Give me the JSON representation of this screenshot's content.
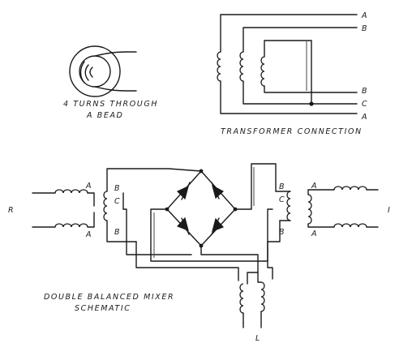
{
  "bead": {
    "caption_line1": "4 TURNS THROUGH",
    "caption_line2": "A BEAD"
  },
  "transformer": {
    "caption": "TRANSFORMER CONNECTION",
    "terminals": [
      "A",
      "B",
      "B",
      "C",
      "A"
    ]
  },
  "mixer": {
    "caption_line1": "DOUBLE BALANCED MIXER",
    "caption_line2": "SCHEMATIC",
    "left_terminals": [
      "A",
      "A",
      "B",
      "C",
      "B"
    ],
    "right_terminals": [
      "B",
      "C",
      "B",
      "A",
      "A"
    ],
    "port_r": "R",
    "port_i": "I",
    "port_l": "L"
  }
}
